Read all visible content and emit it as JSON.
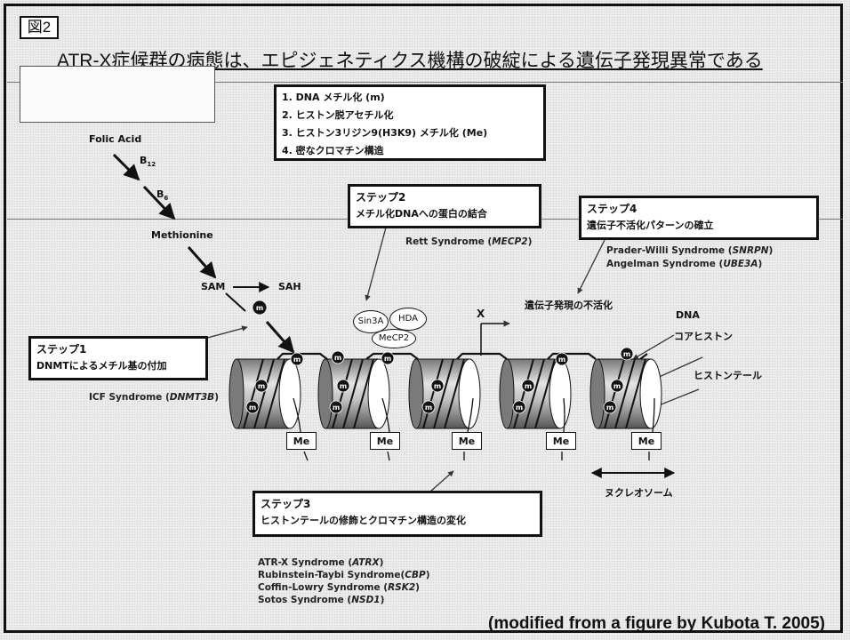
{
  "figure_label": "図2",
  "title": "ATR-X症候群の病態は、エピジェネティクス機構の破綻による遺伝子発現異常である",
  "mechanisms": [
    "1. DNA メチル化 (m)",
    "2. ヒストン脱アセチル化",
    "3. ヒストン3リジン9(H3K9) メチル化 (Me)",
    "4. 密なクロマチン構造"
  ],
  "pathway": {
    "folic_acid": "Folic Acid",
    "b_left": "B",
    "b_left_sub": "12",
    "b_right": "B",
    "b_right_sub": "6",
    "methionine": "Methionine",
    "sam": "SAM",
    "sah": "SAH"
  },
  "steps": {
    "step1": {
      "heading": "ステップ1",
      "text": "DNMTによるメチル基の付加"
    },
    "step2": {
      "heading": "ステップ2",
      "text": "メチル化DNAへの蛋白の結合"
    },
    "step3": {
      "heading": "ステップ3",
      "text": "ヒストンテールの修飾とクロマチン構造の変化"
    },
    "step4": {
      "heading": "ステップ4",
      "text": "遺伝子不活化パターンの確立"
    }
  },
  "syndromes": {
    "icf": {
      "name": "ICF Syndrome (",
      "gene": "DNMT3B",
      "close": ")"
    },
    "rett": {
      "name": "Rett Syndrome (",
      "gene": "MECP2",
      "close": ")"
    },
    "prader": {
      "name": "Prader-Willi Syndrome (",
      "gene": "SNRPN",
      "close": ")"
    },
    "angelman": {
      "name": "Angelman Syndrome (",
      "gene": "UBE3A",
      "close": ")"
    },
    "atrx": {
      "name": "ATR-X Syndrome (",
      "gene": "ATRX",
      "close": ")"
    },
    "rubinstein": {
      "name": "Rubinstein-Taybi Syndrome(",
      "gene": "CBP",
      "close": ")"
    },
    "coffin": {
      "name": "Coffin-Lowry Syndrome (",
      "gene": "RSK2",
      "close": ")"
    },
    "sotos": {
      "name": "Sotos Syndrome (",
      "gene": "NSD1",
      "close": ")"
    }
  },
  "complex": {
    "sin3a": "Sin3A",
    "hda": "HDA",
    "mecp2": "MeCP2"
  },
  "gene_silencing": "遺伝子発現の不活化",
  "x_mark": "X",
  "labels": {
    "dna": "DNA",
    "core_histone": "コアヒストン",
    "histone_tail": "ヒストンテール",
    "nucleosome": "ヌクレオソーム"
  },
  "me_label": "Me",
  "m_label": "m",
  "credit": "(modified from a figure by Kubota T. 2005)"
}
